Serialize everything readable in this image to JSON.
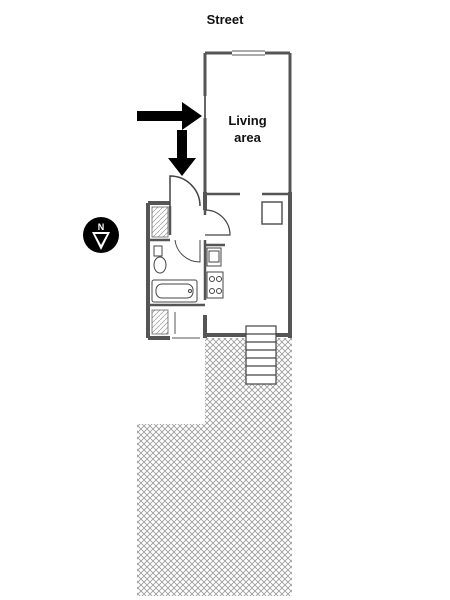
{
  "labels": {
    "street": "Street",
    "living_area_line1": "Living",
    "living_area_line2": "area",
    "compass_letter": "N"
  },
  "colors": {
    "wall": "#555555",
    "wall_dark": "#333333",
    "garden_hatch": "#9a9a9a",
    "arrow": "#000000"
  },
  "icons": [
    "entry-arrow-icon",
    "compass-north-icon"
  ]
}
